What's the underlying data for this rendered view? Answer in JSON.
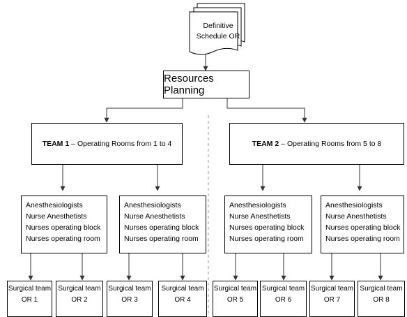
{
  "document": {
    "line1": "Definitive",
    "line2": "Schedule OR"
  },
  "planning": {
    "label": "Resources Planning"
  },
  "teams": [
    {
      "name": "TEAM 1",
      "desc": "Operating Rooms from 1 to 4"
    },
    {
      "name": "TEAM 2",
      "desc": "Operating Rooms from 5 to 8"
    }
  ],
  "staff_lines": [
    "Anesthesiologists",
    "Nurse Anesthetists",
    "Nurses operating block",
    "Nurses operating room"
  ],
  "surgical_teams": [
    {
      "line1": "Surgical team",
      "line2": "OR 1"
    },
    {
      "line1": "Surgical team",
      "line2": "OR 2"
    },
    {
      "line1": "Surgical team",
      "line2": "OR 3"
    },
    {
      "line1": "Surgical team",
      "line2": "OR 4"
    },
    {
      "line1": "Surgical team",
      "line2": "OR 5"
    },
    {
      "line1": "Surgical team",
      "line2": "OR 6"
    },
    {
      "line1": "Surgical team",
      "line2": "OR 7"
    },
    {
      "line1": "Surgical team",
      "line2": "OR 8"
    }
  ]
}
